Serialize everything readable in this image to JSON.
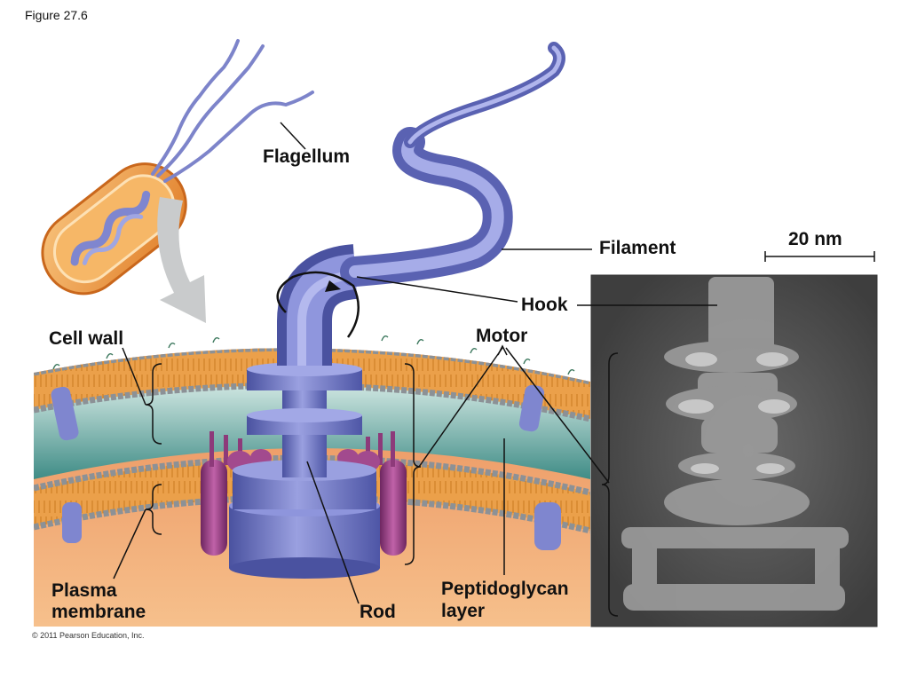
{
  "figure_label": "Figure 27.6",
  "copyright": "© 2011 Pearson Education, Inc.",
  "labels": {
    "flagellum": "Flagellum",
    "filament": "Filament",
    "hook": "Hook",
    "motor": "Motor",
    "cell_wall": "Cell wall",
    "plasma_membrane_line1": "Plasma",
    "plasma_membrane_line2": "membrane",
    "rod": "Rod",
    "peptidoglycan_line1": "Peptidoglycan",
    "peptidoglycan_line2": "layer"
  },
  "scale_bar": {
    "label": "20 nm"
  },
  "colors": {
    "flagellum_blue": "#7f86cf",
    "flagellum_dark": "#4d55a8",
    "motor_purple": "#9b3f86",
    "membrane_orange": "#e99a3a",
    "bead_gray": "#8c9196",
    "periplasm_teal": "#cfe4df",
    "cytoplasm": "#f2a36b",
    "bacterium_orange": "#f3a24b",
    "micrograph_bg": "#5a5a5a"
  }
}
